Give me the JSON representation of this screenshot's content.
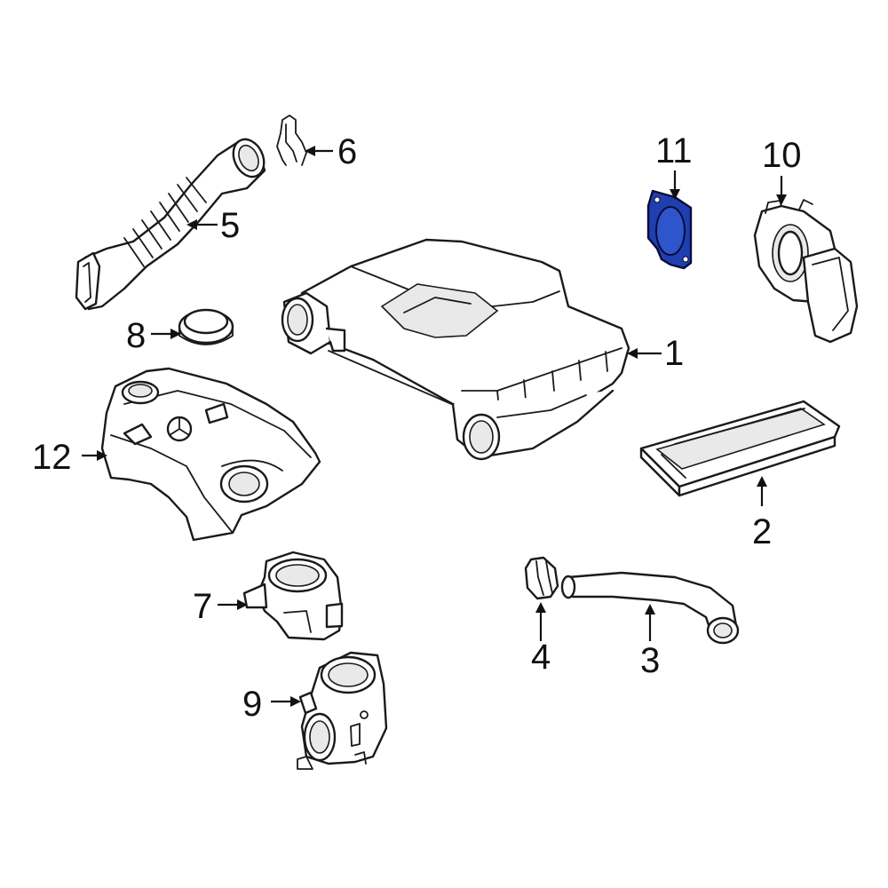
{
  "highlight_color": "#1f3fae",
  "callouts": {
    "c1": "1",
    "c2": "2",
    "c3": "3",
    "c4": "4",
    "c5": "5",
    "c6": "6",
    "c7": "7",
    "c8": "8",
    "c9": "9",
    "c10": "10",
    "c11": "11",
    "c12": "12"
  },
  "highlighted_part": "11"
}
